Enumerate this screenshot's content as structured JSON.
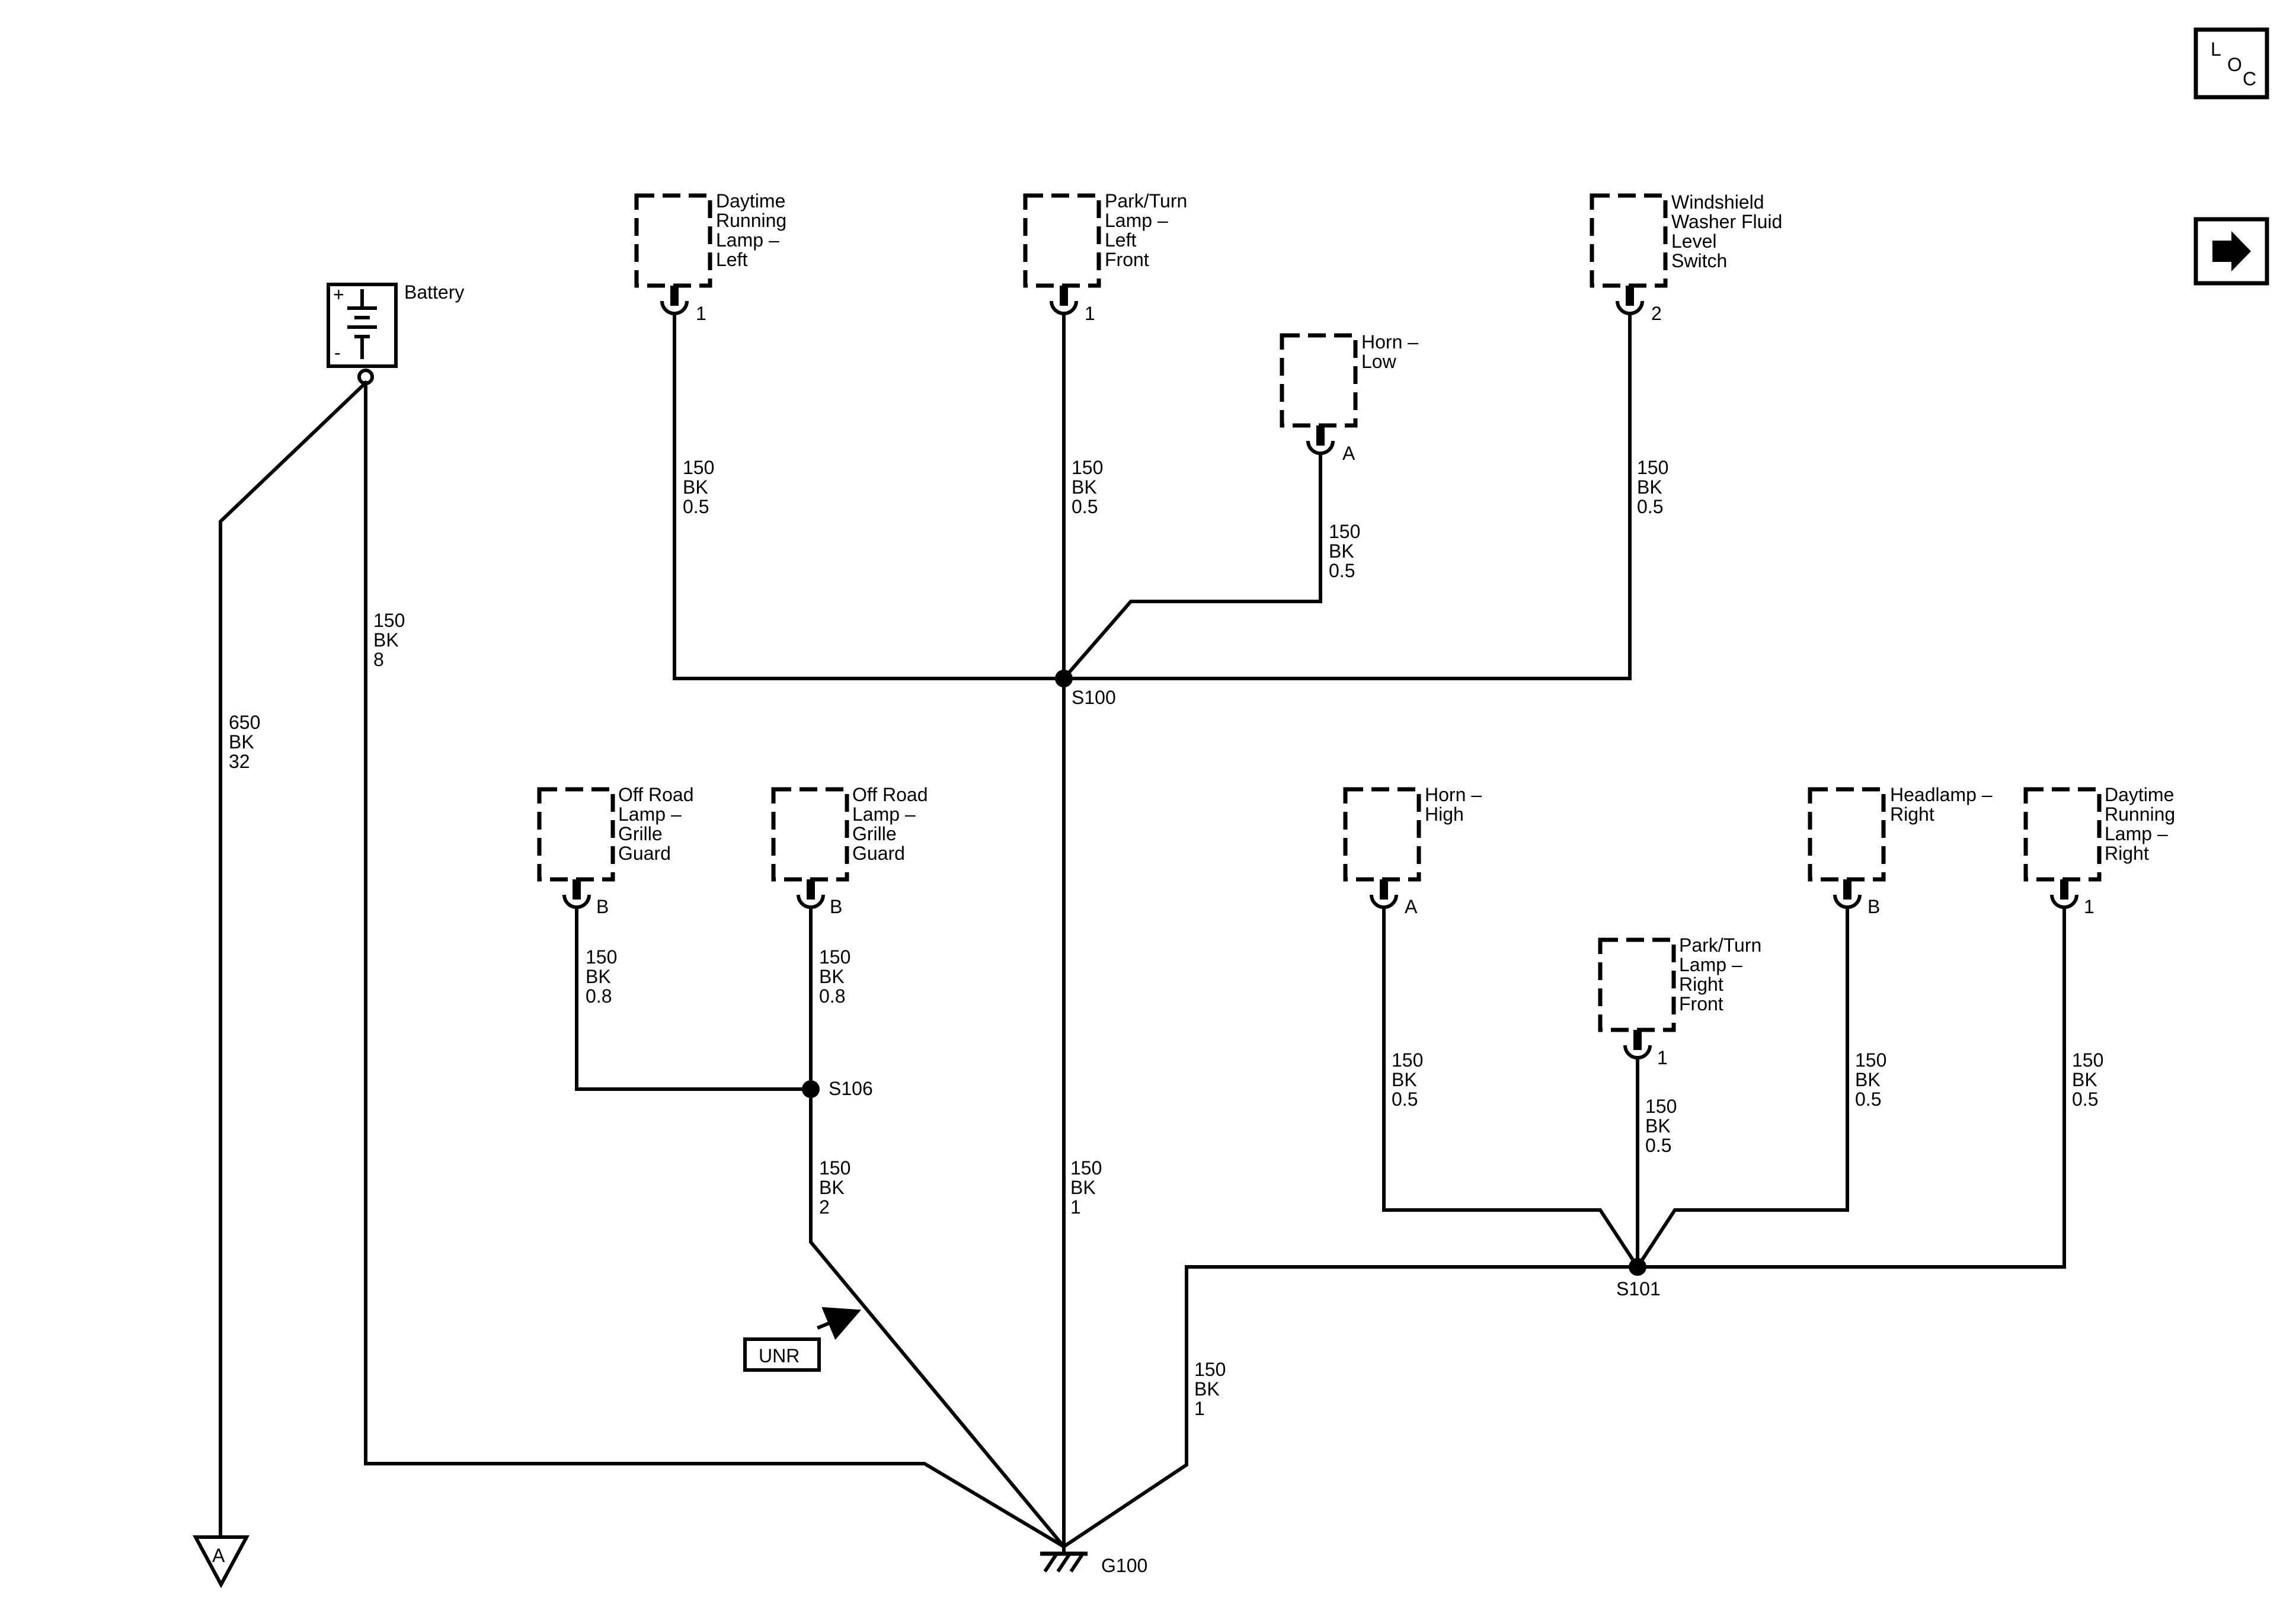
{
  "page": {
    "loc_button": {
      "letters": [
        "L",
        "O",
        "C"
      ]
    },
    "next_button": {
      "icon": "arrow-right-icon"
    }
  },
  "battery": {
    "label": "Battery",
    "plus": "+",
    "minus": "-"
  },
  "components": {
    "drl_left": {
      "lines": [
        "Daytime",
        "Running",
        "Lamp –",
        "Left"
      ],
      "pin": "1"
    },
    "park_turn_left": {
      "lines": [
        "Park/Turn",
        "Lamp –",
        "Left",
        "Front"
      ],
      "pin": "1"
    },
    "horn_low": {
      "lines": [
        "Horn –",
        "Low"
      ],
      "pin": "A"
    },
    "washer_switch": {
      "lines": [
        "Windshield",
        "Washer Fluid",
        "Level",
        "Switch"
      ],
      "pin": "2"
    },
    "offroad_1": {
      "lines": [
        "Off Road",
        "Lamp –",
        "Grille",
        "Guard"
      ],
      "pin": "B"
    },
    "offroad_2": {
      "lines": [
        "Off Road",
        "Lamp –",
        "Grille",
        "Guard"
      ],
      "pin": "B"
    },
    "horn_high": {
      "lines": [
        "Horn –",
        "High"
      ],
      "pin": "A"
    },
    "park_turn_right": {
      "lines": [
        "Park/Turn",
        "Lamp –",
        "Right",
        "Front"
      ],
      "pin": "1"
    },
    "headlamp_right": {
      "lines": [
        "Headlamp –",
        "Right"
      ],
      "pin": "B"
    },
    "drl_right": {
      "lines": [
        "Daytime",
        "Running",
        "Lamp –",
        "Right"
      ],
      "pin": "1"
    }
  },
  "wire_labels": {
    "battery_ground": [
      "650",
      "BK",
      "32"
    ],
    "battery_g100": [
      "150",
      "BK",
      "8"
    ],
    "drl_left": [
      "150",
      "BK",
      "0.5"
    ],
    "park_turn_left": [
      "150",
      "BK",
      "0.5"
    ],
    "horn_low": [
      "150",
      "BK",
      "0.5"
    ],
    "washer_switch": [
      "150",
      "BK",
      "0.5"
    ],
    "offroad_1": [
      "150",
      "BK",
      "0.8"
    ],
    "offroad_2": [
      "150",
      "BK",
      "0.8"
    ],
    "s106_g100": [
      "150",
      "BK",
      "2"
    ],
    "s100_g100": [
      "150",
      "BK",
      "1"
    ],
    "s101_g100": [
      "150",
      "BK",
      "1"
    ],
    "horn_high": [
      "150",
      "BK",
      "0.5"
    ],
    "park_turn_right": [
      "150",
      "BK",
      "0.5"
    ],
    "headlamp_right": [
      "150",
      "BK",
      "0.5"
    ],
    "drl_right": [
      "150",
      "BK",
      "0.5"
    ]
  },
  "splices": {
    "s100": "S100",
    "s101": "S101",
    "s106": "S106"
  },
  "ground": {
    "label": "G100"
  },
  "unr_tag": {
    "label": "UNR"
  },
  "offpage": {
    "label": "A"
  }
}
